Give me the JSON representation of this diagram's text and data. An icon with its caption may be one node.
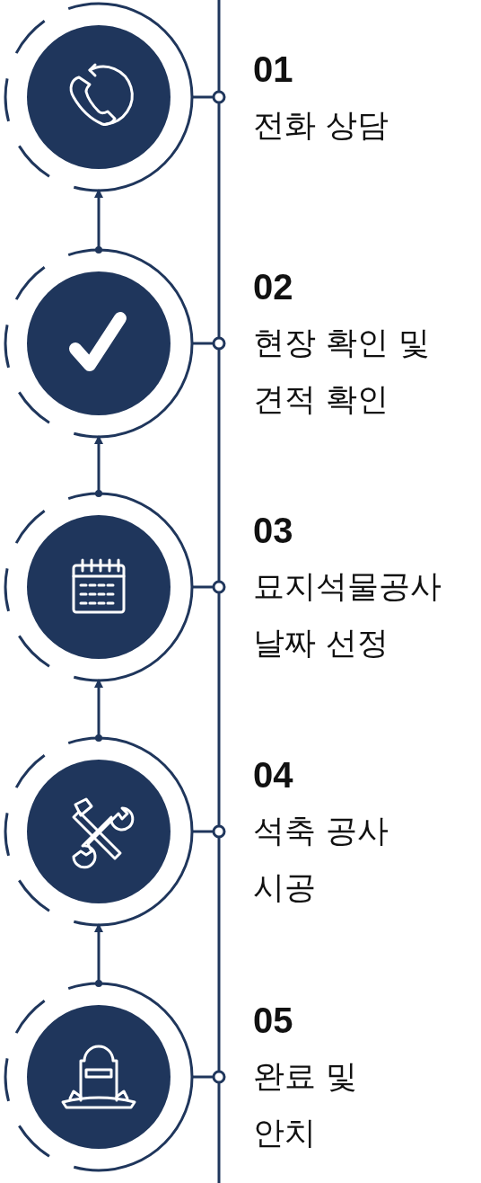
{
  "diagram": {
    "nodes": [
      {
        "text": [],
        "shape": "circle",
        "beside": [
          "01",
          "전화 상담"
        ]
      },
      {
        "text": [],
        "shape": "circle",
        "beside": [
          "02",
          "현장 확인 및 견적 확인"
        ]
      },
      {
        "text": [],
        "shape": "circle",
        "beside": [
          "03",
          "묘지석물공사 날짜 선정"
        ]
      },
      {
        "text": [],
        "shape": "circle",
        "beside": [
          "04",
          "석축 공사 시공"
        ]
      },
      {
        "text": [],
        "shape": "circle",
        "beside": [
          "05",
          "완료 및 안치"
        ]
      }
    ],
    "edges": [
      {
        "from": 1,
        "to": 0,
        "arrow": "to"
      },
      {
        "from": 2,
        "to": 1,
        "arrow": "to"
      },
      {
        "from": 3,
        "to": 2,
        "arrow": "to"
      },
      {
        "from": 4,
        "to": 3,
        "arrow": "to"
      }
    ]
  }
}
